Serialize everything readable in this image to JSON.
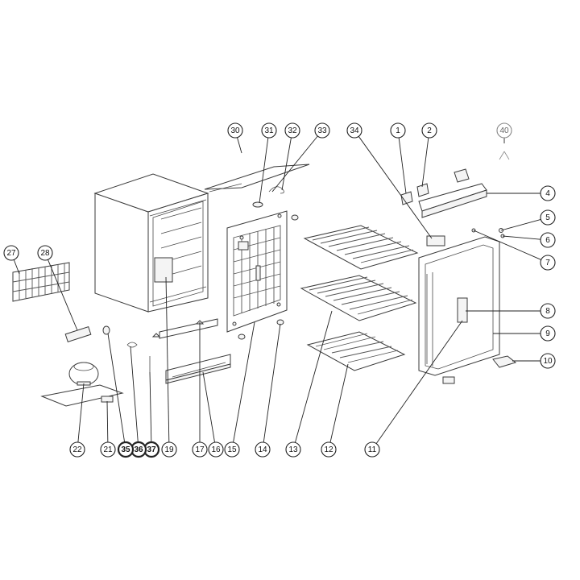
{
  "callouts": [
    {
      "label": "1"
    },
    {
      "label": "2"
    },
    {
      "label": "4"
    },
    {
      "label": "5"
    },
    {
      "label": "6"
    },
    {
      "label": "7"
    },
    {
      "label": "8"
    },
    {
      "label": "9"
    },
    {
      "label": "10"
    },
    {
      "label": "11"
    },
    {
      "label": "12"
    },
    {
      "label": "13"
    },
    {
      "label": "14"
    },
    {
      "label": "15"
    },
    {
      "label": "16"
    },
    {
      "label": "17"
    },
    {
      "label": "19"
    },
    {
      "label": "37"
    },
    {
      "label": "36"
    },
    {
      "label": "35"
    },
    {
      "label": "21"
    },
    {
      "label": "22"
    },
    {
      "label": "27"
    },
    {
      "label": "28"
    },
    {
      "label": "30"
    },
    {
      "label": "31"
    },
    {
      "label": "32"
    },
    {
      "label": "33"
    },
    {
      "label": "34"
    },
    {
      "label": "40"
    }
  ]
}
